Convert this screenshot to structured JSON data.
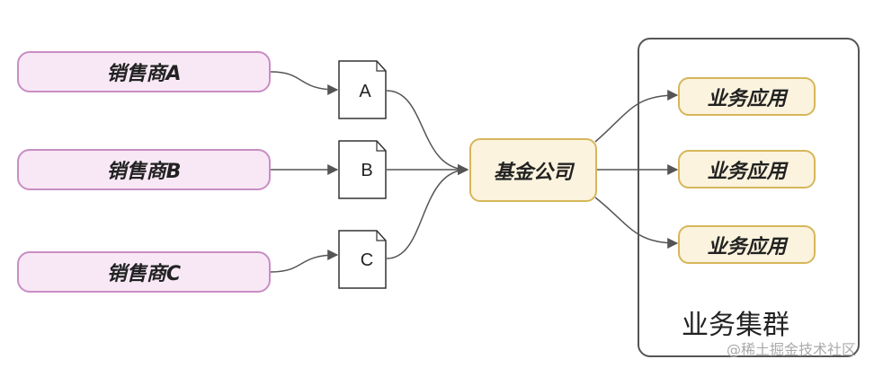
{
  "sellers": [
    "销售商A",
    "销售商B",
    "销售商C"
  ],
  "documents": [
    "A",
    "B",
    "C"
  ],
  "fund_company": "基金公司",
  "apps": [
    "业务应用",
    "业务应用",
    "业务应用"
  ],
  "cluster_label": "业务集群",
  "watermark": "@稀土掘金技术社区",
  "colors": {
    "seller_fill": "#f8e8f6",
    "seller_border": "#c98dc4",
    "yellow_fill": "#fbf3dd",
    "yellow_border": "#d6b65a",
    "line": "#555555"
  }
}
